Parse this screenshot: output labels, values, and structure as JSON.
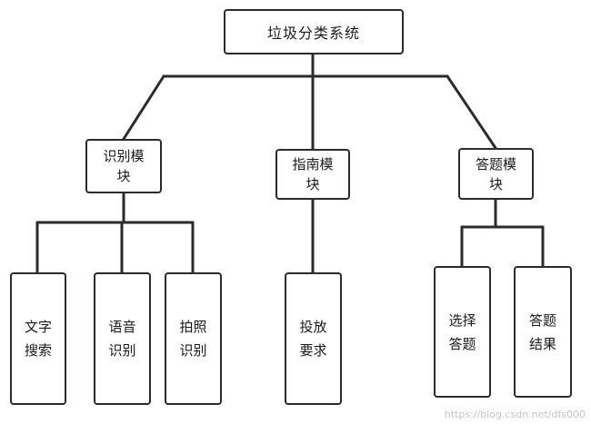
{
  "diagram": {
    "root": {
      "label": "垃圾分类系统"
    },
    "modules": [
      {
        "label": "识别模\n块",
        "children": [
          "文字\n搜索",
          "语音\n识别",
          "拍照\n识别"
        ]
      },
      {
        "label": "指南模\n块",
        "children": [
          "投放\n要求"
        ]
      },
      {
        "label": "答题模\n块",
        "children": [
          "选择\n答题",
          "答题\n结果"
        ]
      }
    ]
  },
  "watermark": "https://blog.csdn.net/dfs000",
  "colors": {
    "line": "#2b2b2b",
    "box_border": "#2b2b2b",
    "background": "#ffffff"
  }
}
